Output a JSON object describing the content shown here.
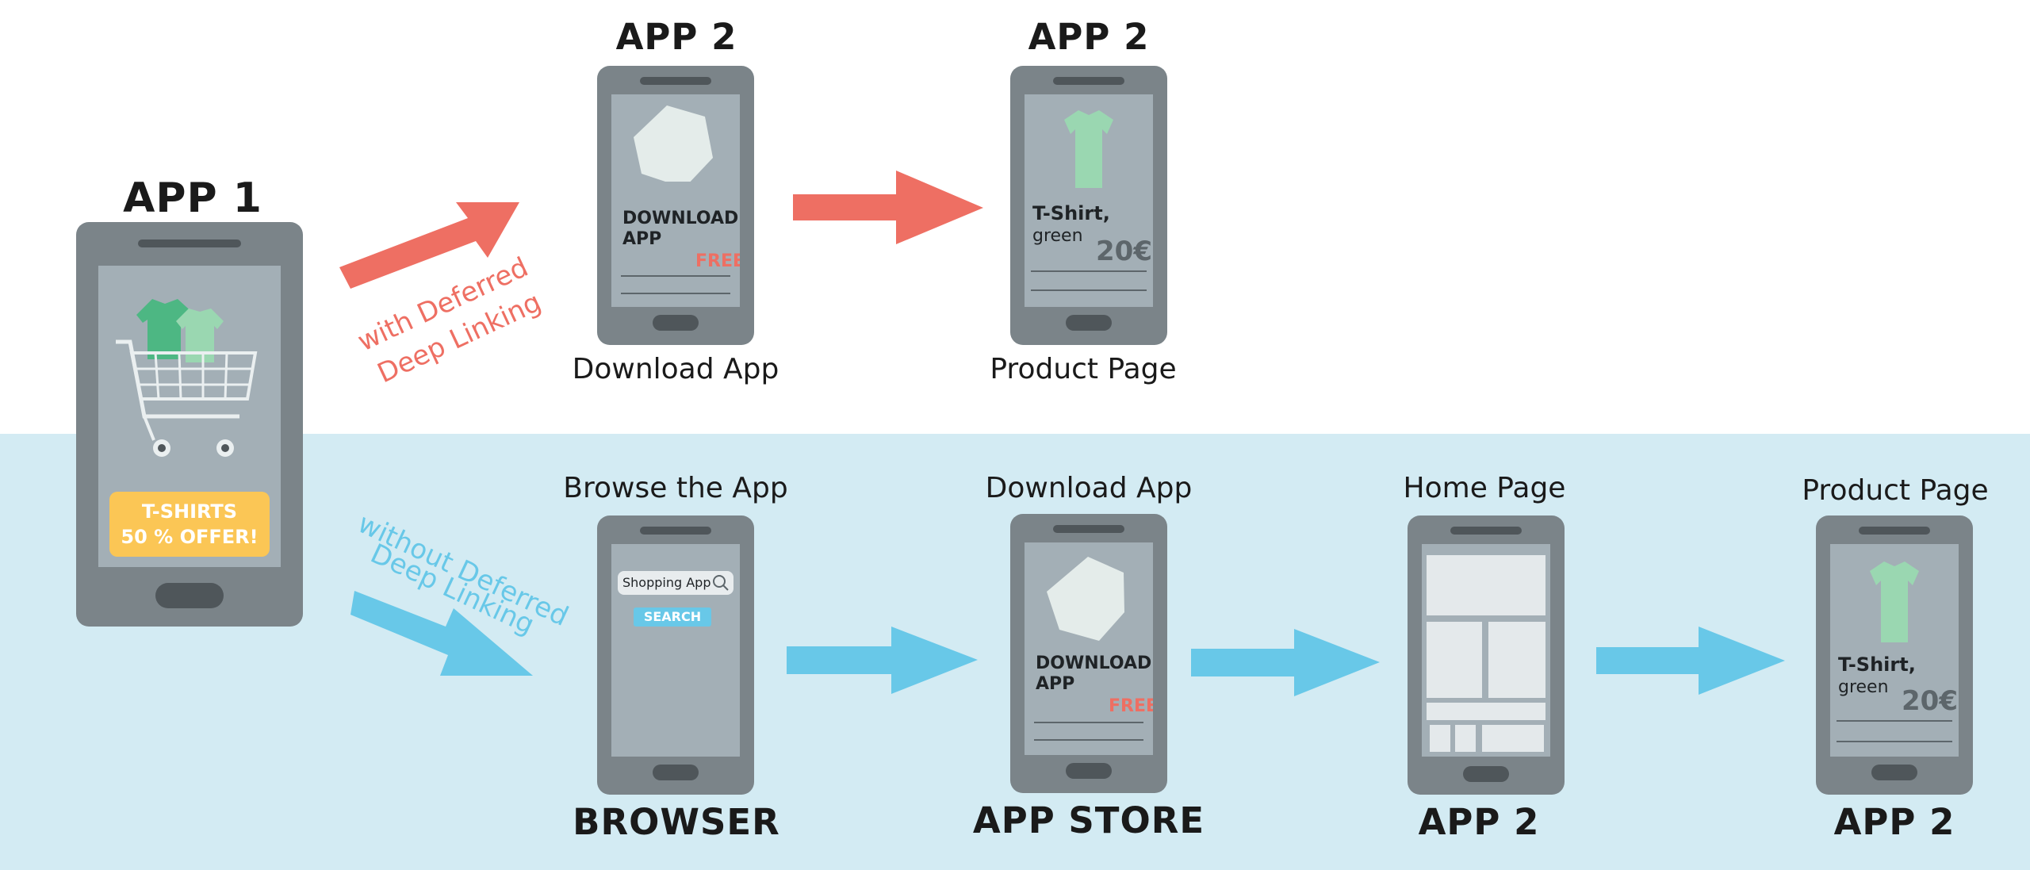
{
  "colors": {
    "red": "#ee6f63",
    "blue": "#68c8e8",
    "band": "#d3ebf3",
    "phone": "#7b8489",
    "screen": "#a3afb6",
    "banner": "#fbc655"
  },
  "top": {
    "app1_title": "APP 1",
    "deferred_label_1": "with Deferred",
    "deferred_label_2": "Deep Linking",
    "download": {
      "title": "APP 2",
      "caption": "Download App",
      "screen_line1": "DOWNLOAD",
      "screen_line2": "APP",
      "price": "FREE"
    },
    "product": {
      "title": "APP 2",
      "caption": "Product Page",
      "name": "T-Shirt,",
      "color": "green",
      "price": "20€"
    }
  },
  "app1": {
    "banner_line1": "T-SHIRTS",
    "banner_line2": "50 % OFFER!"
  },
  "bottom": {
    "no_deferred_label_1": "without Deferred",
    "no_deferred_label_2": "Deep Linking",
    "browser": {
      "caption": "Browse the App",
      "title": "BROWSER",
      "search_text": "Shopping App",
      "search_button": "SEARCH"
    },
    "store": {
      "caption": "Download App",
      "title": "APP STORE",
      "screen_line1": "DOWNLOAD",
      "screen_line2": "APP",
      "price": "FREE"
    },
    "home": {
      "caption": "Home Page",
      "title": "APP 2"
    },
    "product": {
      "caption": "Product Page",
      "title": "APP 2",
      "name": "T-Shirt,",
      "color": "green",
      "price": "20€"
    }
  }
}
